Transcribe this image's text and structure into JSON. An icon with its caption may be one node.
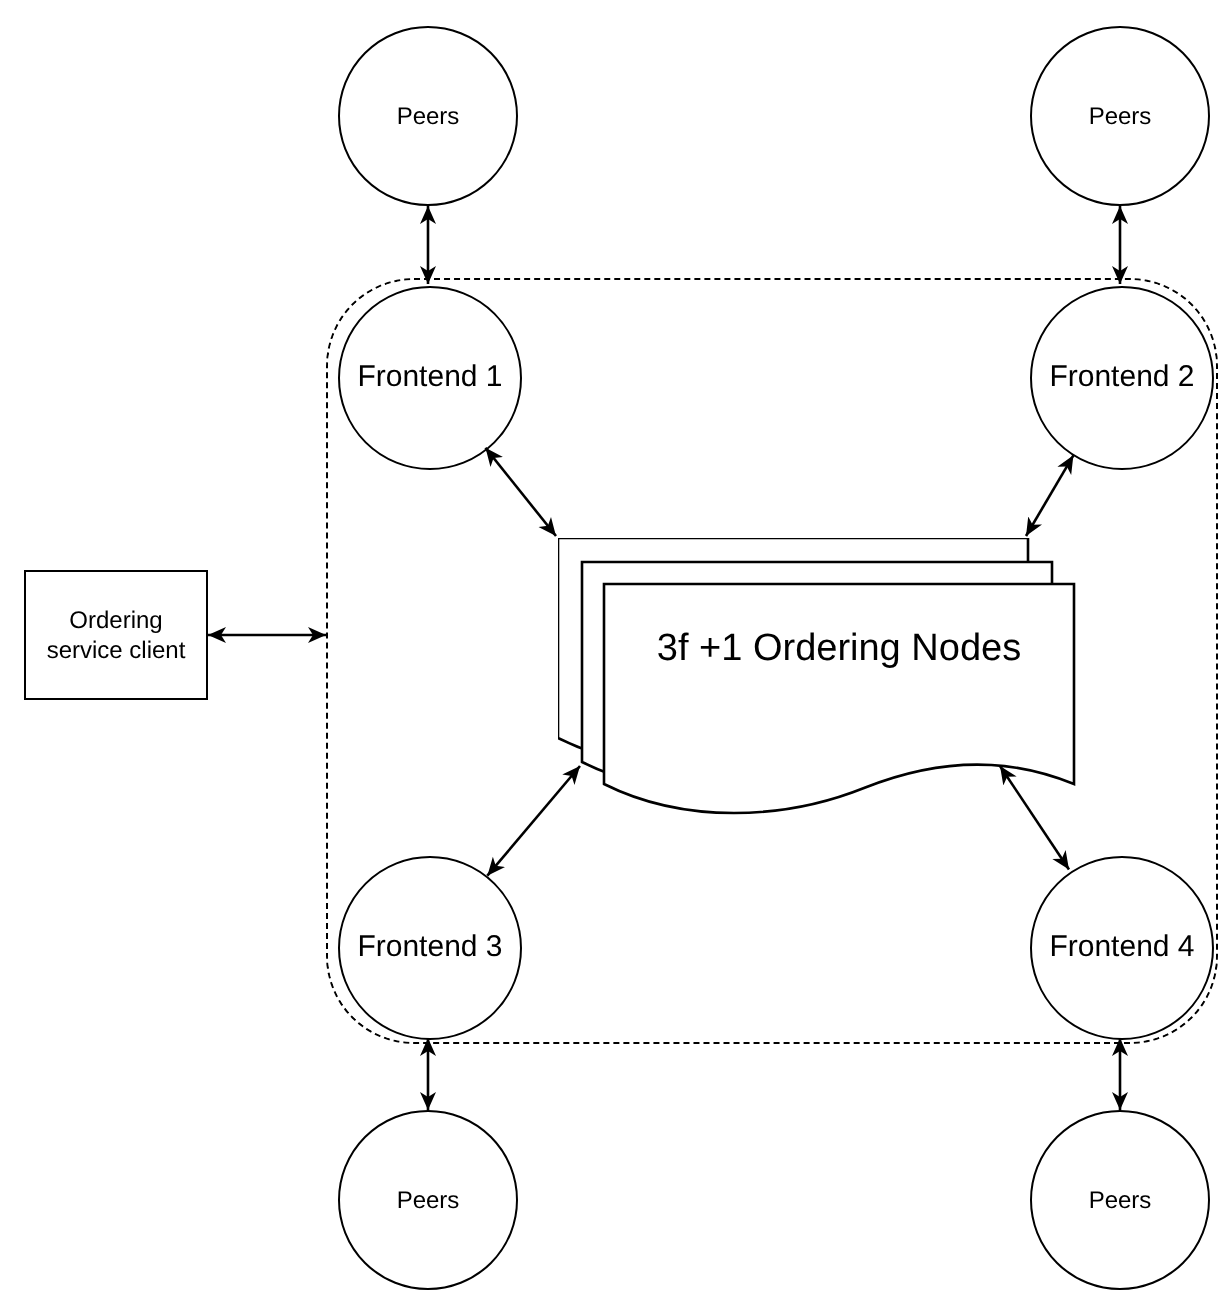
{
  "diagram": {
    "nodes": [
      {
        "text": [
          "Peers"
        ]
      },
      {
        "text": [
          "Peers"
        ]
      },
      {
        "text": [],
        "shape": "box"
      },
      {
        "text": [
          "Frontend 1"
        ],
        "in": 2
      },
      {
        "text": [
          "Frontend 2"
        ],
        "in": 2
      },
      {
        "text": [
          "Ordering service client"
        ]
      },
      {
        "text": [
          "3f +1 Ordering Nodes"
        ],
        "in": 2
      },
      {
        "text": [
          "Frontend 3"
        ],
        "in": 2
      },
      {
        "text": [
          "Frontend 4"
        ],
        "in": 2
      },
      {
        "text": [
          "Peers"
        ]
      },
      {
        "text": [
          "Peers"
        ]
      }
    ],
    "edges": [
      {
        "from": 0,
        "to": 3,
        "arrow": "both"
      },
      {
        "from": 1,
        "to": 4,
        "arrow": "both"
      },
      {
        "from": 3,
        "to": 6,
        "arrow": "both"
      },
      {
        "from": 4,
        "to": 6,
        "arrow": "both"
      },
      {
        "from": 5,
        "to": 2,
        "arrow": "both"
      },
      {
        "from": 7,
        "to": 6,
        "arrow": "both"
      },
      {
        "from": 8,
        "to": 6,
        "arrow": "both"
      },
      {
        "from": 7,
        "to": 9,
        "arrow": "both"
      },
      {
        "from": 8,
        "to": 10,
        "arrow": "both"
      }
    ]
  }
}
